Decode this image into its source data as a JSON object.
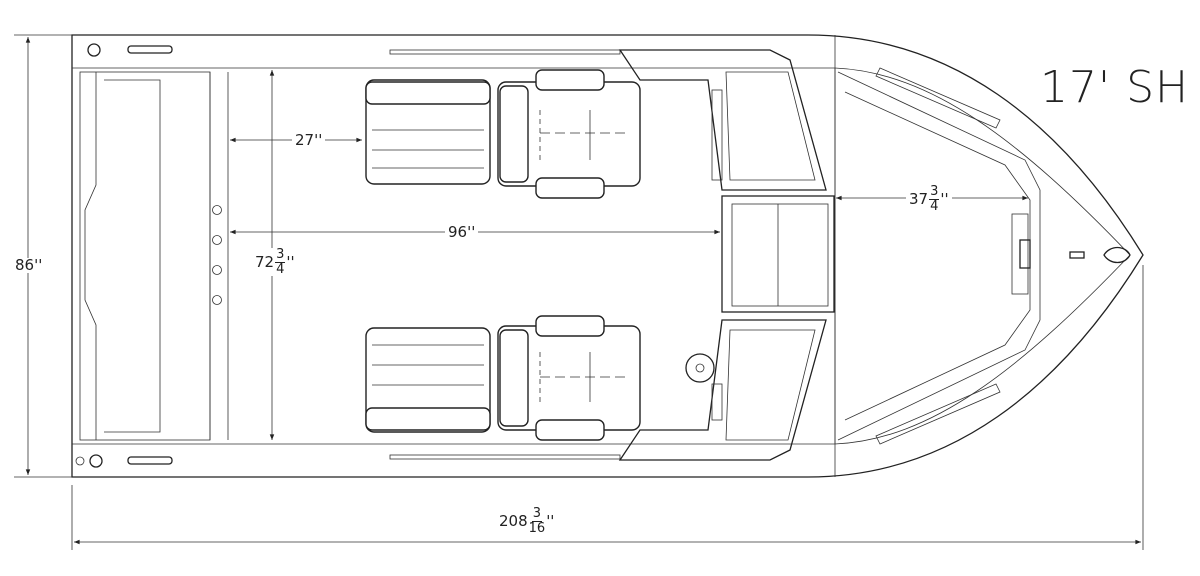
{
  "title": "17' SH",
  "dimensions": {
    "aisle_width": {
      "text": "27''"
    },
    "interior_length": {
      "text": "96''"
    },
    "interior_width": {
      "whole": "72",
      "num": "3",
      "den": "4",
      "unit": "''"
    },
    "bow_length": {
      "whole": "37",
      "num": "3",
      "den": "4",
      "unit": "''"
    },
    "beam": {
      "text": "86''"
    },
    "overall_length": {
      "whole": "208",
      "num": "3",
      "den": "16",
      "unit": "''"
    }
  }
}
